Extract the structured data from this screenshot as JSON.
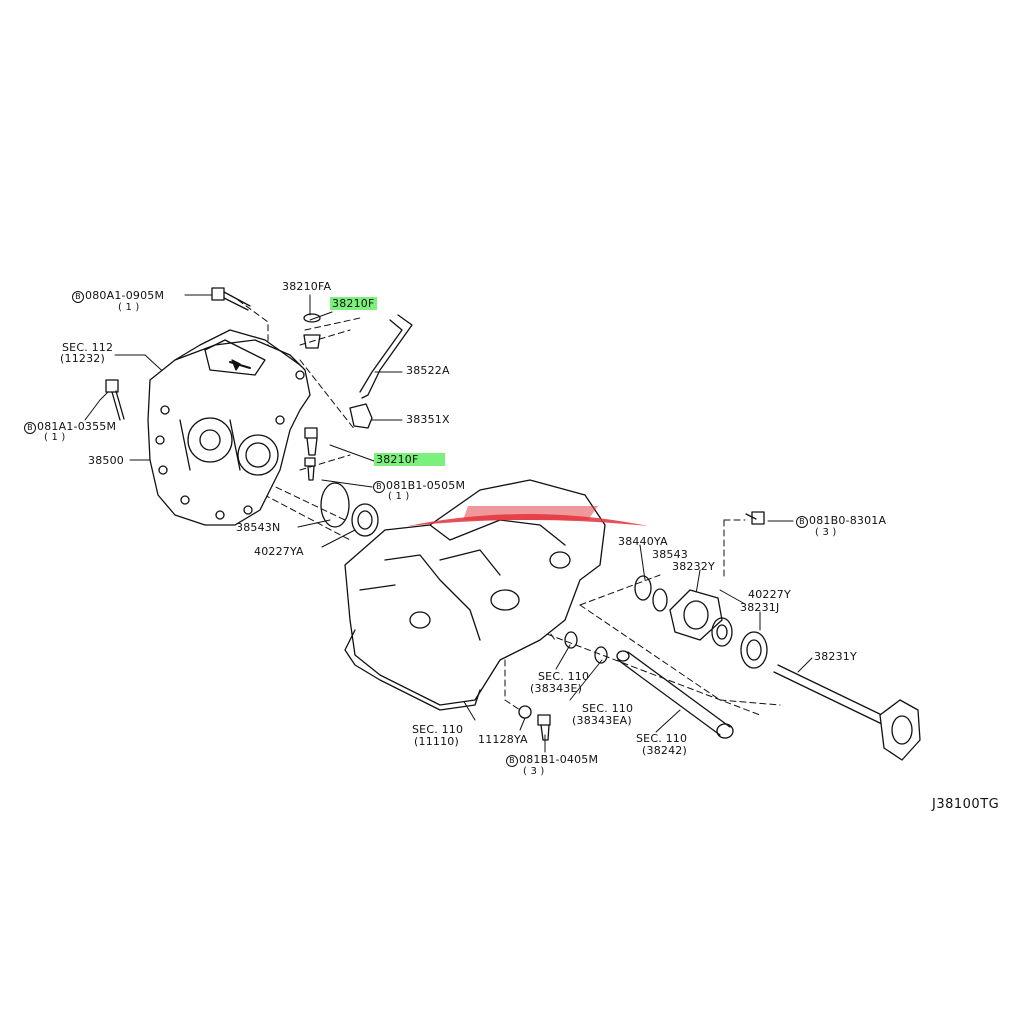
{
  "labels": {
    "l_080a1": "080A1-0905M",
    "l_080a1_q": "( 1 )",
    "l_38210fa": "38210FA",
    "l_38210f_top": "38210F",
    "l_sec112": "SEC. 112",
    "l_sec112_sub": "(11232)",
    "l_38522a": "38522A",
    "l_081a1": "081A1-0355M",
    "l_081a1_q": "( 1 )",
    "l_38351x": "38351X",
    "l_38500": "38500",
    "l_38210f_bot": "38210F",
    "l_081b1_05": "081B1-0505M",
    "l_081b1_05_q": "( 1 )",
    "l_081b0": "081B0-8301A",
    "l_081b0_q": "( 3 )",
    "l_38543n": "38543N",
    "l_40227ya": "40227YA",
    "l_38440ya": "38440YA",
    "l_38543": "38543",
    "l_38232y": "38232Y",
    "l_40227y": "40227Y",
    "l_38231j": "38231J",
    "l_38231y": "38231Y",
    "l_sec110_e": "SEC. 110",
    "l_sec110_e_sub": "(38343E)",
    "l_sec110_ea": "SEC. 110",
    "l_sec110_ea_sub": "(38343EA)",
    "l_sec110_11110": "SEC. 110",
    "l_sec110_11110_sub": "(11110)",
    "l_11128ya": "11128YA",
    "l_081b1_04": "081B1-0405M",
    "l_081b1_04_q": "( 3 )",
    "l_sec110_38242": "SEC. 110",
    "l_sec110_38242_sub": "(38242)"
  },
  "circle_letter": "B",
  "diagram_code": "J38100TG",
  "highlight_color": "#7cf07c"
}
